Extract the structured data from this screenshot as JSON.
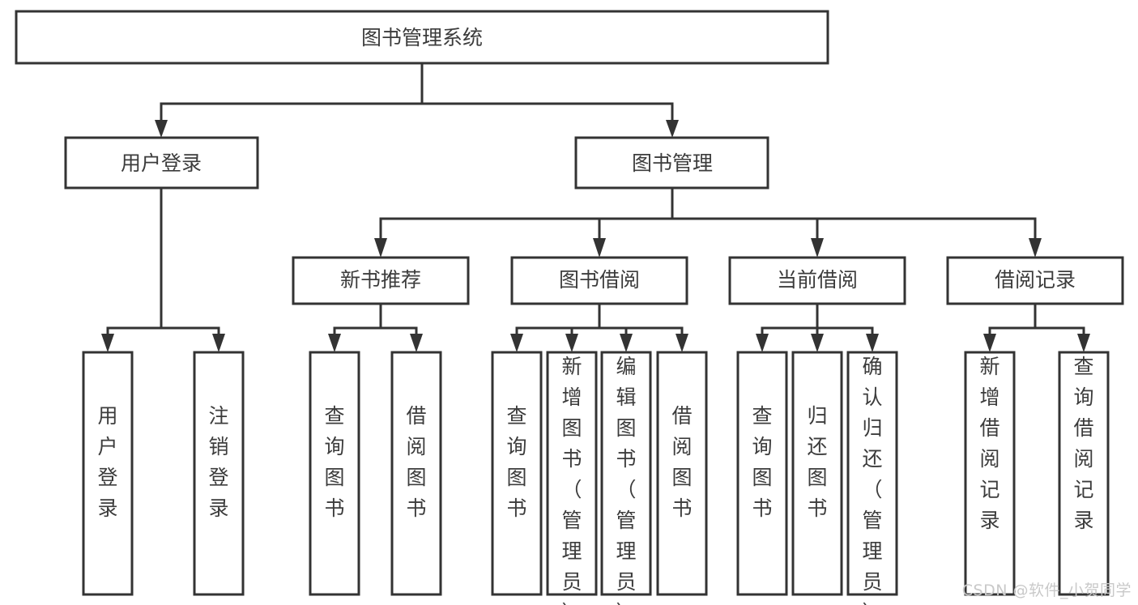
{
  "diagram": {
    "type": "tree-hierarchy",
    "title": "图书管理系统",
    "watermark": "CSDN @软件_小贺同学",
    "colors": {
      "box_fill": "#ffffff",
      "box_stroke": "#333333",
      "text": "#3c3c3c",
      "watermark": "#c9c9c9",
      "background": "#ffffff"
    },
    "levels": [
      {
        "level": 1,
        "orientation": "horizontal-text"
      },
      {
        "level": 2,
        "orientation": "horizontal-text"
      },
      {
        "level": 3,
        "orientation": "horizontal-text"
      },
      {
        "level": 4,
        "orientation": "vertical-text"
      }
    ],
    "nodes": {
      "root": {
        "id": "root",
        "label": "图书管理系统",
        "level": 1
      },
      "l2": [
        {
          "id": "user-login",
          "label": "用户登录",
          "level": 2
        },
        {
          "id": "book-manage",
          "label": "图书管理",
          "level": 2
        }
      ],
      "l3": [
        {
          "id": "new-book-rec",
          "label": "新书推荐",
          "level": 3,
          "parent": "book-manage"
        },
        {
          "id": "book-borrow",
          "label": "图书借阅",
          "level": 3,
          "parent": "book-manage"
        },
        {
          "id": "current-borrow",
          "label": "当前借阅",
          "level": 3,
          "parent": "book-manage"
        },
        {
          "id": "borrow-record",
          "label": "借阅记录",
          "level": 3,
          "parent": "book-manage"
        }
      ],
      "leaves": [
        {
          "id": "leaf-user-login",
          "label": "用户登录",
          "parent": "user-login"
        },
        {
          "id": "leaf-user-logout",
          "label": "注销登录",
          "parent": "user-login"
        },
        {
          "id": "leaf-query-book-1",
          "label": "查询图书",
          "parent": "new-book-rec"
        },
        {
          "id": "leaf-borrow-book-1",
          "label": "借阅图书",
          "parent": "new-book-rec"
        },
        {
          "id": "leaf-query-book-2",
          "label": "查询图书",
          "parent": "book-borrow"
        },
        {
          "id": "leaf-add-book",
          "label": "新增图书（管理员）",
          "parent": "book-borrow"
        },
        {
          "id": "leaf-edit-book",
          "label": "编辑图书（管理员）",
          "parent": "book-borrow"
        },
        {
          "id": "leaf-borrow-book-2",
          "label": "借阅图书",
          "parent": "book-borrow"
        },
        {
          "id": "leaf-query-book-3",
          "label": "查询图书",
          "parent": "current-borrow"
        },
        {
          "id": "leaf-return-book",
          "label": "归还图书",
          "parent": "current-borrow"
        },
        {
          "id": "leaf-confirm-return",
          "label": "确认归还（管理员）",
          "parent": "current-borrow"
        },
        {
          "id": "leaf-add-record",
          "label": "新增借阅记录",
          "parent": "borrow-record"
        },
        {
          "id": "leaf-query-record",
          "label": "查询借阅记录",
          "parent": "borrow-record"
        }
      ]
    }
  }
}
